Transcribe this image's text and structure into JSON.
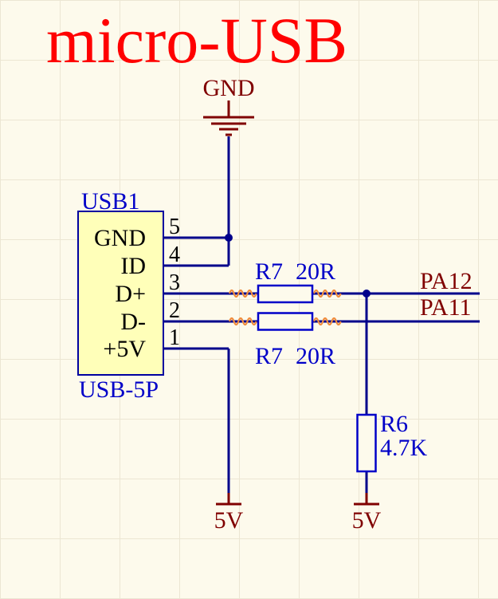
{
  "title": {
    "text": "micro-USB"
  },
  "colors": {
    "background": "#FDFAEC",
    "grid": "#ECE6D3",
    "title_red": "#FF0000",
    "net_dark_red": "#800000",
    "wire_blue": "#00008B",
    "designator_blue": "#0000C8",
    "component_fill": "#FFFFB9",
    "component_border": "#0000A0",
    "pin_text_black": "#000000",
    "diff_pair_orange": "#F08C3C"
  },
  "ground": {
    "label": "GND"
  },
  "connector": {
    "designator": "USB1",
    "type_label": "USB-5P",
    "pins": [
      {
        "name": "GND",
        "number": "5"
      },
      {
        "name": "ID",
        "number": "4"
      },
      {
        "name": "D+",
        "number": "3"
      },
      {
        "name": "D-",
        "number": "2"
      },
      {
        "name": "+5V",
        "number": "1"
      }
    ]
  },
  "resistors": {
    "r7_top": {
      "designator": "R7",
      "value": "20R"
    },
    "r7_bottom": {
      "designator": "R7",
      "value": "20R"
    },
    "r6": {
      "designator": "R6",
      "value": "4.7K"
    }
  },
  "net_labels": {
    "pa12": "PA12",
    "pa11": "PA11"
  },
  "power": {
    "v5_left": "5V",
    "v5_right": "5V"
  }
}
